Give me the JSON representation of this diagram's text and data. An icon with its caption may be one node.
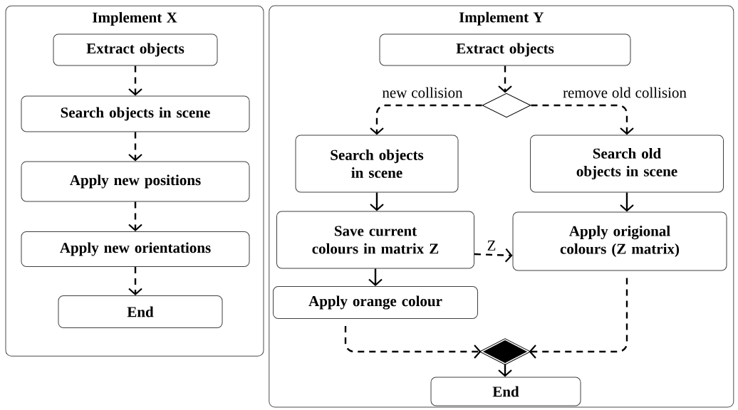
{
  "diagram": {
    "nodes": [
      {
        "text": [
          "Implement X"
        ]
      },
      {
        "text": [
          "Extract objects"
        ],
        "in": 0
      },
      {
        "text": [
          "Search objects in scene"
        ],
        "in": 0
      },
      {
        "text": [
          "Apply new positions"
        ],
        "in": 0
      },
      {
        "text": [
          "Apply new orientations"
        ],
        "in": 0
      },
      {
        "text": [
          "End"
        ],
        "in": 0
      },
      {
        "text": [
          "Implement Y"
        ]
      },
      {
        "text": [
          "Extract objects"
        ],
        "in": 6
      },
      {
        "text": [],
        "shape": "diamond",
        "in": 6
      },
      {
        "text": [
          "Search objects in scene"
        ],
        "in": 6
      },
      {
        "text": [
          "Search old objects in scene"
        ],
        "in": 6
      },
      {
        "text": [
          "Save current colours in matrix Z"
        ],
        "in": 6
      },
      {
        "text": [
          "Apply origional colours (Z matrix)"
        ],
        "in": 6
      },
      {
        "text": [
          "Apply orange colour"
        ],
        "in": 6
      },
      {
        "text": [],
        "shape": "diamond",
        "in": 6
      },
      {
        "text": [
          "End"
        ],
        "in": 6
      }
    ],
    "edges": [
      {
        "from": 1,
        "to": 2,
        "arrow": "to",
        "style": "dashed"
      },
      {
        "from": 2,
        "to": 3,
        "arrow": "to",
        "style": "dashed"
      },
      {
        "from": 3,
        "to": 4,
        "arrow": "to",
        "style": "dashed"
      },
      {
        "from": 4,
        "to": 5,
        "arrow": "to",
        "style": "dashed"
      },
      {
        "from": 7,
        "to": 8,
        "arrow": "to",
        "style": "dashed"
      },
      {
        "from": 8,
        "to": 9,
        "arrow": "to",
        "style": "dashed",
        "label": "new collision"
      },
      {
        "from": 8,
        "to": 10,
        "arrow": "to",
        "style": "dashed",
        "label": "remove old collision"
      },
      {
        "from": 9,
        "to": 11,
        "arrow": "to"
      },
      {
        "from": 10,
        "to": 12,
        "arrow": "to"
      },
      {
        "from": 11,
        "to": 13,
        "arrow": "to"
      },
      {
        "from": 11,
        "to": 12,
        "arrow": "to",
        "style": "dashed",
        "label": "Z"
      },
      {
        "from": 13,
        "to": 14,
        "arrow": "to",
        "style": "dashed"
      },
      {
        "from": 12,
        "to": 14,
        "arrow": "to",
        "style": "dashed"
      },
      {
        "from": 14,
        "to": 15,
        "arrow": "to"
      }
    ]
  }
}
